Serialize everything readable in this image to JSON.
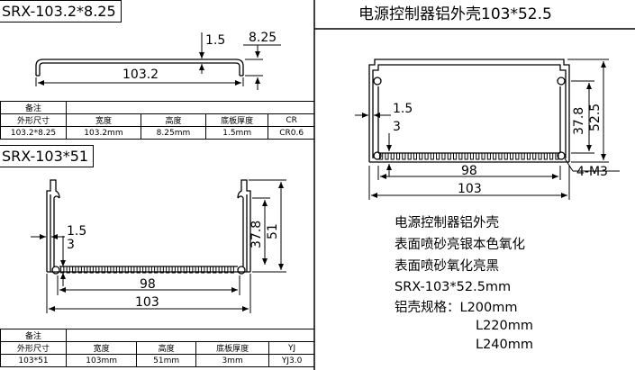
{
  "panel_a": {
    "label": "SRX-103.2*8.25",
    "dims": {
      "thickness": "1.5",
      "height": "8.25",
      "width": "103.2"
    },
    "table": {
      "note_label": "备注",
      "headers": [
        "外形尺寸",
        "宽度",
        "高度",
        "底板厚度",
        "CR"
      ],
      "values": [
        "103.2*8.25",
        "103.2mm",
        "8.25mm",
        "1.5mm",
        "CR0.6"
      ]
    }
  },
  "panel_b": {
    "label": "SRX-103*51",
    "dims": {
      "thickness": "1.5",
      "fin": "3",
      "inner_height": "37.8",
      "height": "51",
      "inner_width": "98",
      "width": "103"
    },
    "table": {
      "note_label": "备注",
      "headers": [
        "外形尺寸",
        "宽度",
        "高度",
        "底板厚度",
        "YJ"
      ],
      "values": [
        "103*51",
        "103mm",
        "51mm",
        "3mm",
        "YJ3.0"
      ]
    }
  },
  "panel_c": {
    "title": "电源控制器铝外壳103*52.5",
    "dims": {
      "thickness": "1.5",
      "fin": "3",
      "inner_height": "37.8",
      "height": "52.5",
      "inner_width": "98",
      "width": "103",
      "screws": "4-M3"
    },
    "description": [
      "电源控制器铝外壳",
      "表面喷砂亮银本色氧化",
      "表面喷砂氧化亮黑",
      "SRX-103*52.5mm",
      "铝壳规格：L200mm",
      "L220mm",
      "L240mm"
    ]
  }
}
